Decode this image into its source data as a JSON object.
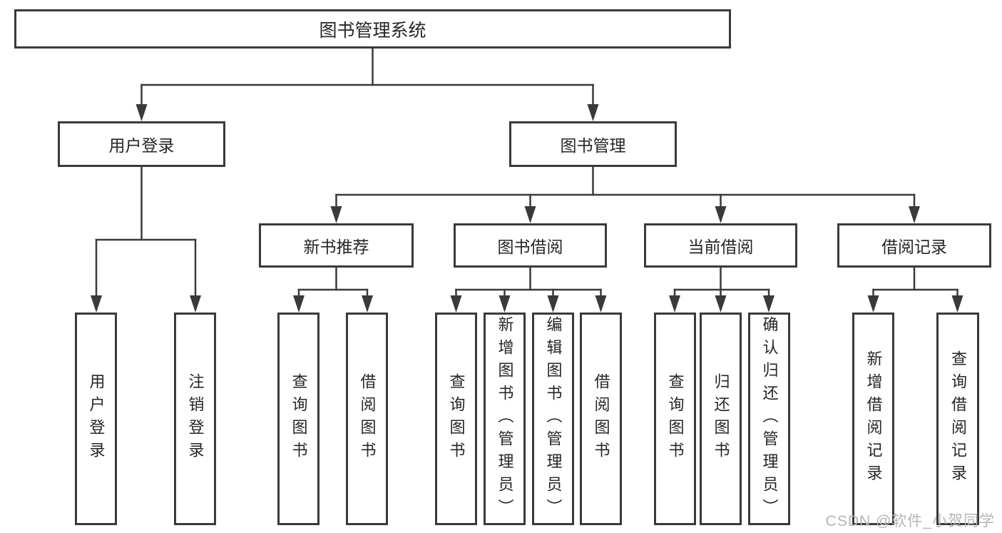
{
  "nodes": {
    "root": {
      "label": "图书管理系统"
    },
    "user_login": {
      "label": "用户登录"
    },
    "book_management": {
      "label": "图书管理"
    },
    "new_book_recommend": {
      "label": "新书推荐"
    },
    "book_borrow": {
      "label": "图书借阅"
    },
    "current_borrow": {
      "label": "当前借阅"
    },
    "borrow_records": {
      "label": "借阅记录"
    },
    "leaf_user_login": {
      "label": "用户登录"
    },
    "leaf_logout": {
      "label": "注销登录"
    },
    "leaf_query_books_recommend": {
      "label": "查询图书"
    },
    "leaf_borrow_book_recommend": {
      "label": "借阅图书"
    },
    "leaf_query_books_borrow": {
      "label": "查询图书"
    },
    "leaf_add_book": {
      "label": "新增图书（管理员）"
    },
    "leaf_edit_book": {
      "label": "编辑图书（管理员）"
    },
    "leaf_borrow_book_borrow": {
      "label": "借阅图书"
    },
    "leaf_query_books_current": {
      "label": "查询图书"
    },
    "leaf_return_book": {
      "label": "归还图书"
    },
    "leaf_confirm_return": {
      "label": "确认归还（管理员）"
    },
    "leaf_add_borrow_record": {
      "label": "新增借阅记录"
    },
    "leaf_query_borrow_record": {
      "label": "查询借阅记录"
    }
  },
  "hierarchy": {
    "root": [
      "user_login",
      "book_management"
    ],
    "user_login": [
      "leaf_user_login",
      "leaf_logout"
    ],
    "book_management": [
      "new_book_recommend",
      "book_borrow",
      "current_borrow",
      "borrow_records"
    ],
    "new_book_recommend": [
      "leaf_query_books_recommend",
      "leaf_borrow_book_recommend"
    ],
    "book_borrow": [
      "leaf_query_books_borrow",
      "leaf_add_book",
      "leaf_edit_book",
      "leaf_borrow_book_borrow"
    ],
    "current_borrow": [
      "leaf_query_books_current",
      "leaf_return_book",
      "leaf_confirm_return"
    ],
    "borrow_records": [
      "leaf_add_borrow_record",
      "leaf_query_borrow_record"
    ]
  },
  "watermark": {
    "text": "CSDN @软件_小贺同学"
  },
  "colors": {
    "line": "#3a3a3a",
    "text": "#262626",
    "box_fill": "#ffffff",
    "background": "#ffffff",
    "watermark": "#b5b5b5"
  }
}
